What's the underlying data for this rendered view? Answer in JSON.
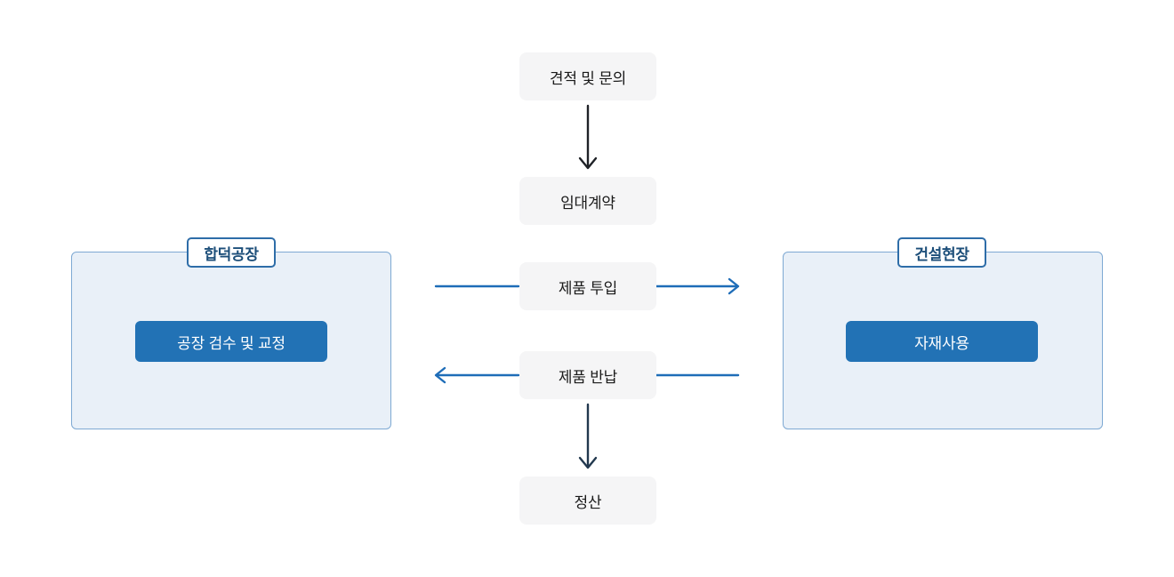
{
  "diagram": {
    "center_steps": [
      {
        "label": "견적 및 문의"
      },
      {
        "label": "임대계약"
      },
      {
        "label": "제품 투입"
      },
      {
        "label": "제품 반납"
      },
      {
        "label": "정산"
      }
    ],
    "left_panel": {
      "title": "합덕공장",
      "button_label": "공장 검수 및 교정"
    },
    "right_panel": {
      "title": "건설현장",
      "button_label": "자재사용"
    },
    "arrows": [
      {
        "name": "estimate-to-contract",
        "direction": "down"
      },
      {
        "name": "factory-to-site-product-input",
        "direction": "right"
      },
      {
        "name": "site-to-factory-product-return",
        "direction": "left"
      },
      {
        "name": "return-to-settlement",
        "direction": "down"
      }
    ],
    "colors": {
      "step_bg": "#f5f5f6",
      "step_text": "#1a1a1a",
      "panel_bg": "#e9f0f8",
      "panel_border": "#7ea9d3",
      "label_border": "#2e6da8",
      "label_text": "#1c4e79",
      "button_bg": "#2272b5",
      "button_text": "#ffffff",
      "arrow_blue": "#1e6db8",
      "arrow_black": "#1f2227",
      "arrow_navy": "#22384e",
      "page_bg": "#ffffff"
    }
  }
}
